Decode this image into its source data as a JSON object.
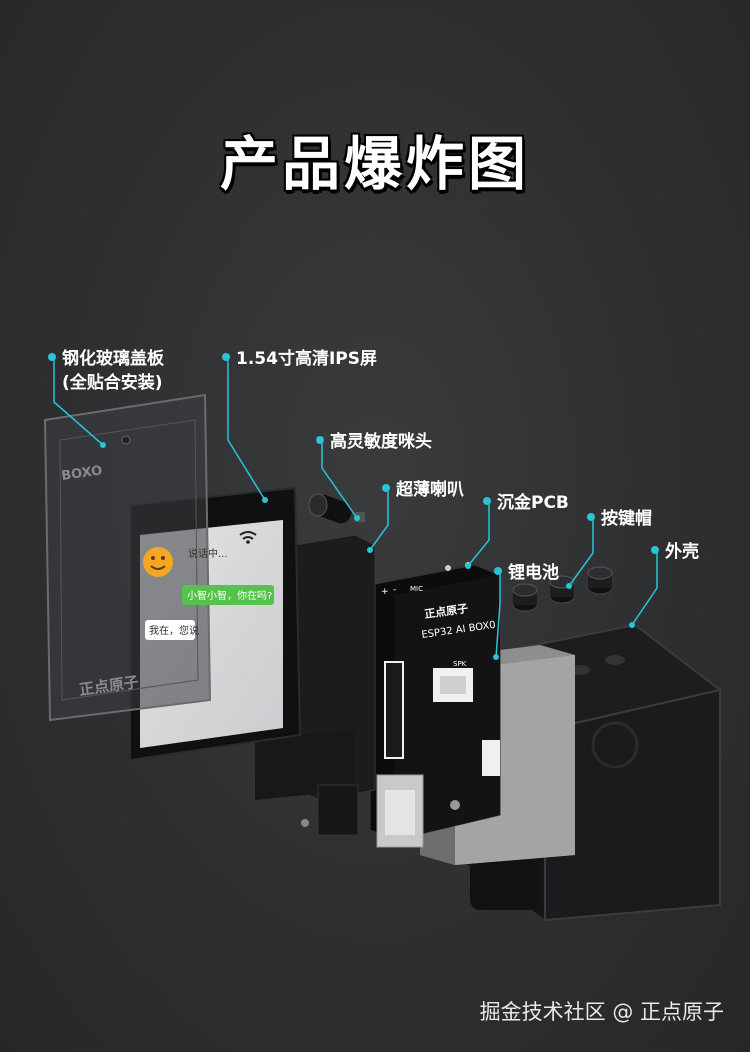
{
  "title": "产品爆炸图",
  "labels": {
    "glass": "钢化玻璃盖板",
    "glass_sub": "(全贴合安装)",
    "screen": "1.54寸高清IPS屏",
    "mic": "高灵敏度咪头",
    "speaker": "超薄喇叭",
    "pcb": "沉金PCB",
    "buttons": "按键帽",
    "battery": "锂电池",
    "shell": "外壳"
  },
  "device": {
    "glass_brand": "BOXO",
    "glass_logo": "正点原子",
    "chat_status": "说话中...",
    "chat_bubble_user": "小智小智，你在吗?",
    "chat_bubble_bot": "我在，您说",
    "pcb_brand": "正点原子",
    "pcb_model": "ESP32 AI BOX0",
    "pcb_mic": "MIC",
    "pcb_spk": "SPK",
    "pcb_plus": "+",
    "pcb_minus": "-"
  },
  "colors": {
    "accent_dot": "#28c4d8",
    "chat_green": "#56c24b"
  },
  "watermark": "掘金技术社区 @ 正点原子"
}
